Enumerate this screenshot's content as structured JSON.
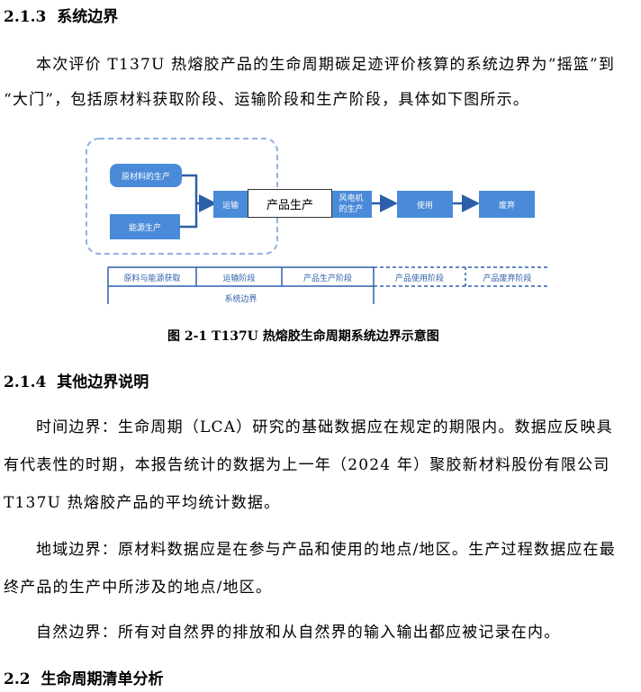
{
  "section_213": {
    "number": "2.1.3",
    "title": "系统边界"
  },
  "intro": {
    "line1": "本次评价 T137U 热熔胶产品的生命周期碳足迹评价核算的系统边界为“摇篮”到",
    "line2": "“大门”，包括原材料获取阶段、运输阶段和生产阶段，具体如下图所示。"
  },
  "diagram": {
    "raw_material": "原材料的生产",
    "energy": "能源生产",
    "transport": "运输",
    "overlay_label": "产品生产",
    "production_line1": "风电机",
    "production_line2": "的生产",
    "use": "使用",
    "disposal": "废弃",
    "stage_raw": "原料与能源获取",
    "stage_transport": "运输阶段",
    "stage_production": "产品生产阶段",
    "stage_use": "产品使用阶段",
    "stage_disposal": "产品废弃阶段",
    "boundary_label": "系统边界"
  },
  "figure_caption": "图 2-1    T137U 热熔胶生命周期系统边界示意图",
  "section_214": {
    "number": "2.1.4",
    "title": "其他边界说明"
  },
  "time_boundary": {
    "line1": "时间边界：生命周期（LCA）研究的基础数据应在规定的期限内。数据应反映具",
    "line2": "有代表性的时期，本报告统计的数据为上一年（2024 年）聚胶新材料股份有限公司",
    "line3": "T137U 热熔胶产品的平均统计数据。"
  },
  "region_boundary": {
    "line1": "地域边界：原材料数据应是在参与产品和使用的地点/地区。生产过程数据应在最",
    "line2": "终产品的生产中所涉及的地点/地区。"
  },
  "nature_boundary": {
    "line1": "自然边界：所有对自然界的排放和从自然界的输入输出都应被记录在内。"
  },
  "section_22": {
    "number": "2.2",
    "title": "生命周期清单分析"
  }
}
